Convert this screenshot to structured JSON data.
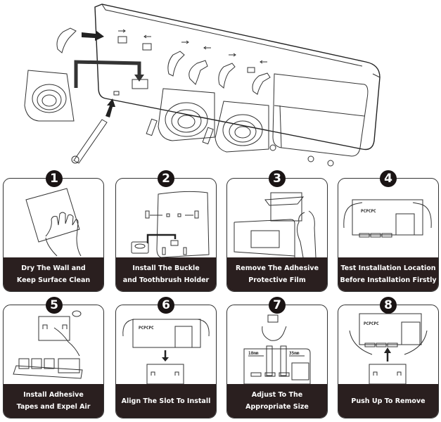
{
  "hero": {
    "description_label": "exploded-assembly"
  },
  "steps": [
    {
      "number": "1",
      "line1": "Dry The Wall and",
      "line2": "Keep Surface Clean"
    },
    {
      "number": "2",
      "line1": "Install The Buckle",
      "line2": "and Toothbrush Holder"
    },
    {
      "number": "3",
      "line1": "Remove The Adhesive",
      "line2": "Protective Film"
    },
    {
      "number": "4",
      "line1": "Test Installation Location",
      "line2": "Before Installation Firstly"
    },
    {
      "number": "5",
      "line1": "Install Adhesive",
      "line2": "Tapes and Expel Air"
    },
    {
      "number": "6",
      "line1": "Align The Slot To Install",
      "line2": ""
    },
    {
      "number": "7",
      "line1": "Adjust To The",
      "line2": "Appropriate Size"
    },
    {
      "number": "8",
      "line1": "Push Up To Remove",
      "line2": ""
    }
  ],
  "step7_dims": {
    "left": "18mm",
    "right": "35mm"
  },
  "colors": {
    "caption_bg": "#2a1f1f",
    "badge_bg": "#1a1414",
    "line": "#333333"
  }
}
